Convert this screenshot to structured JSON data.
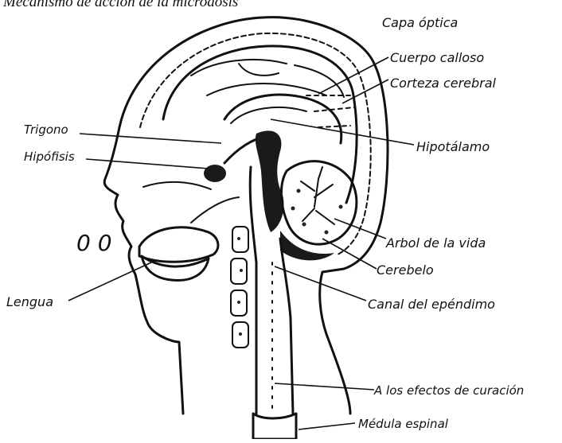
{
  "title": "Mecanismo de acción de la microdosis",
  "labels": {
    "capa_optica": "Capa óptica",
    "cuerpo_calloso": "Cuerpo calloso",
    "corteza_cerebral": "Corteza cerebral",
    "hipotalamo": "Hipotálamo",
    "trigono": "Trigono",
    "hipofisis": "Hipófisis",
    "arbol_de_la_vida": "Arbol de la vida",
    "cerebelo": "Cerebelo",
    "lengua": "Lengua",
    "canal_del_ependimo": "Canal del epéndimo",
    "a_los_efectos": "A los efectos de curación",
    "medula_espinal": "Médula espinal"
  },
  "drops_glyph": "0 0"
}
